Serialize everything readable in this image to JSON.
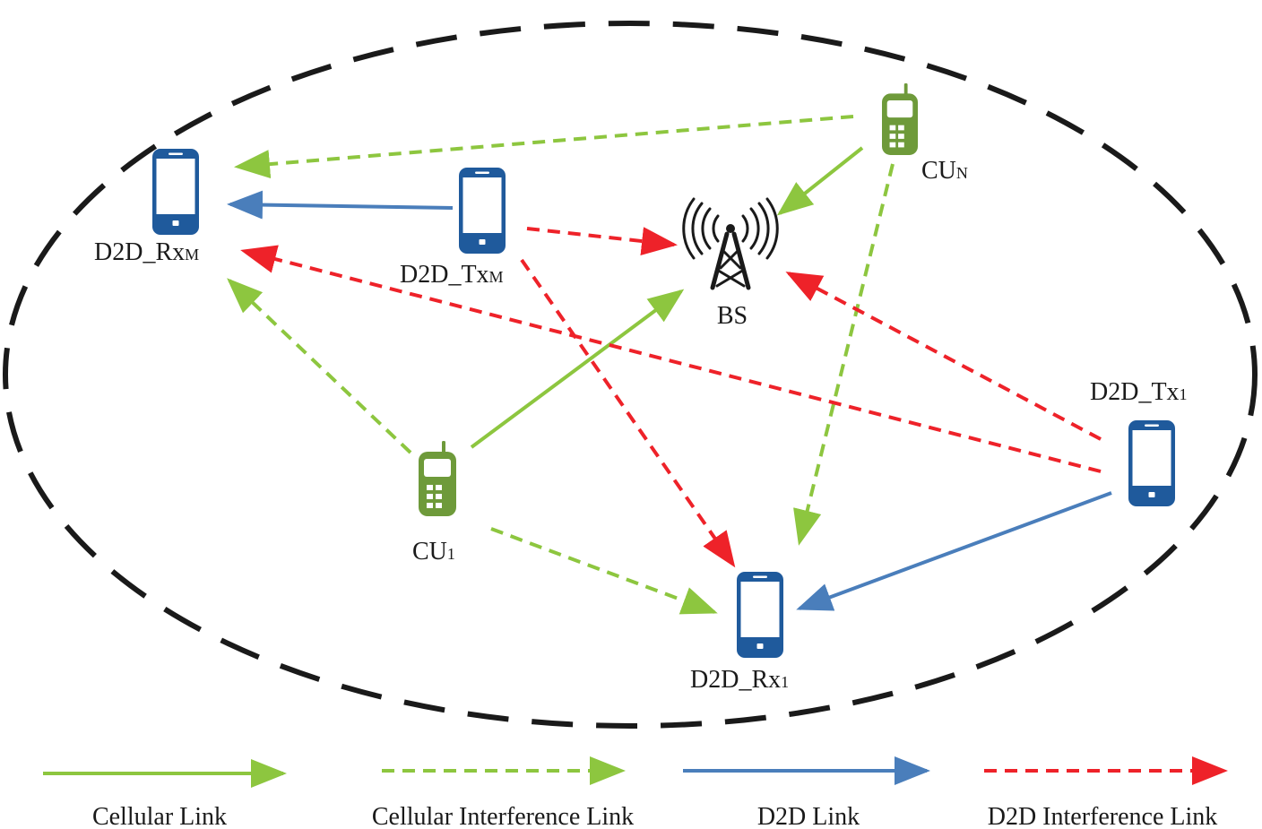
{
  "nodes": {
    "bs": "BS",
    "cu_n": {
      "base": "CU",
      "sub": "N"
    },
    "cu_1": {
      "base": "CU",
      "sub": "1"
    },
    "d2d_rx_m": {
      "base": "D2D_Rx",
      "sub": "M"
    },
    "d2d_tx_m": {
      "base": "D2D_Tx",
      "sub": "M"
    },
    "d2d_tx_1": {
      "base": "D2D_Tx",
      "sub": "1"
    },
    "d2d_rx_1": {
      "base": "D2D_Rx",
      "sub": "1"
    }
  },
  "legend": {
    "cellular_link": "Cellular Link",
    "cellular_interference_link": "Cellular Interference Link",
    "d2d_link": "D2D Link",
    "d2d_interference_link": "D2D Interference Link"
  },
  "colors": {
    "cellular": "#8DC63F",
    "d2d": "#4A7EBB",
    "interference": "#EE2229",
    "smartphone": "#1F5A9C",
    "feature_phone": "#6E9A3A",
    "cell_boundary": "#1a1a1a"
  },
  "links": [
    {
      "name": "link-cu1-to-bs",
      "type": "cellular",
      "from": "CU_1",
      "to": "BS"
    },
    {
      "name": "link-cun-to-bs",
      "type": "cellular",
      "from": "CU_N",
      "to": "BS"
    },
    {
      "name": "link-cun-to-rxm",
      "type": "cellular_interference",
      "from": "CU_N",
      "to": "D2D_Rx_M"
    },
    {
      "name": "link-cun-to-rx1",
      "type": "cellular_interference",
      "from": "CU_N",
      "to": "D2D_Rx_1"
    },
    {
      "name": "link-cu1-to-rxm",
      "type": "cellular_interference",
      "from": "CU_1",
      "to": "D2D_Rx_M"
    },
    {
      "name": "link-cu1-to-rx1",
      "type": "cellular_interference",
      "from": "CU_1",
      "to": "D2D_Rx_1"
    },
    {
      "name": "link-txm-to-rxm",
      "type": "d2d",
      "from": "D2D_Tx_M",
      "to": "D2D_Rx_M"
    },
    {
      "name": "link-tx1-to-rx1",
      "type": "d2d",
      "from": "D2D_Tx_1",
      "to": "D2D_Rx_1"
    },
    {
      "name": "link-txm-to-bs",
      "type": "d2d_interference",
      "from": "D2D_Tx_M",
      "to": "BS"
    },
    {
      "name": "link-txm-to-rx1",
      "type": "d2d_interference",
      "from": "D2D_Tx_M",
      "to": "D2D_Rx_1"
    },
    {
      "name": "link-tx1-to-bs",
      "type": "d2d_interference",
      "from": "D2D_Tx_1",
      "to": "BS"
    },
    {
      "name": "link-tx1-to-rxm",
      "type": "d2d_interference",
      "from": "D2D_Tx_1",
      "to": "D2D_Rx_M"
    }
  ]
}
